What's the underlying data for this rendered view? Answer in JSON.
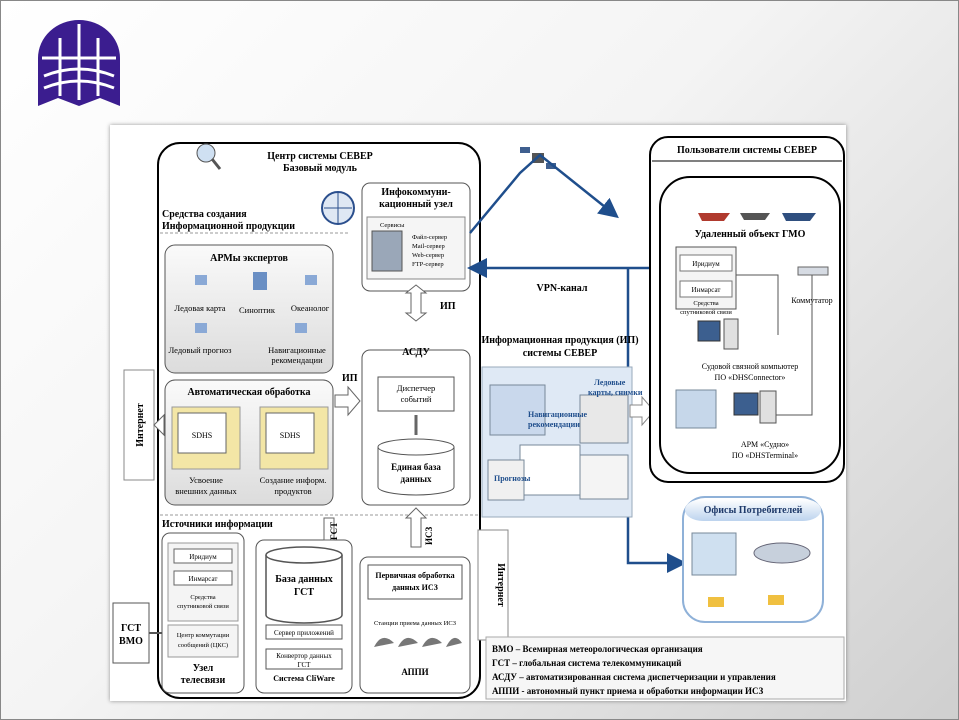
{
  "logo": {
    "name": "ship-globe-logo"
  },
  "center": {
    "title_line1": "Центр системы СЕВЕР",
    "title_line2": "Базовый модуль"
  },
  "tools": {
    "title_line1": "Средства создания",
    "title_line2": "Информационной продукции"
  },
  "arm": {
    "title": "АРМы экспертов",
    "ice_map": "Ледовая карта",
    "synoptic": "Синоптик",
    "oceanologist": "Океанолог",
    "ice_forecast": "Ледовый прогноз",
    "nav_line1": "Навигационные",
    "nav_line2": "рекомендации"
  },
  "auto": {
    "title": "Автоматическая обработка",
    "sdhs1": "SDHS",
    "sdhs2": "SDHS",
    "left_line1": "Усвоение",
    "left_line2": "внешних данных",
    "right_line1": "Создание информ.",
    "right_line2": "продуктов"
  },
  "internet_left": "Интернет",
  "internet_right": "Интернет",
  "info_node": {
    "title_line1": "Инфокоммуни-",
    "title_line2": "кационный узел",
    "services": "Сервисы",
    "file": "Файл-сервер",
    "mail": "Mail-сервер",
    "web": "Web-сервер",
    "ftp": "FTP-сервер"
  },
  "ip_label_top": "ИП",
  "ip_label_mid": "ИП",
  "asdu": {
    "title": "АСДУ",
    "dispatcher_line1": "Диспетчер",
    "dispatcher_line2": "событий",
    "db_line1": "Единая база",
    "db_line2": "данных"
  },
  "vpn": "VPN-канал",
  "product": {
    "title_line1": "Информационная продукция (ИП)",
    "title_line2": "системы СЕВЕР",
    "ice_line1": "Ледовые",
    "ice_line2": "карты, снимки",
    "nav_line1": "Навигационные",
    "nav_line2": "рекомендации",
    "forecasts": "Прогнозы"
  },
  "users": {
    "title": "Пользователи системы СЕВЕР",
    "remote": "Удаленный объект ГМО",
    "iridium": "Иридиум",
    "inmarsat": "Инмарсат",
    "sat_line1": "Средства",
    "sat_line2": "спутниковой связи",
    "switch": "Коммутатор",
    "ship_pc_line1": "Судовой связной компьютер",
    "ship_pc_line2": "ПО «DHSConnector»",
    "arm_ship_line1": "АРМ «Судно»",
    "arm_ship_line2": "ПО «DHSTerminal»"
  },
  "offices": {
    "title": "Офисы Потребителей"
  },
  "sources": {
    "title": "Источники информации",
    "iridium": "Иридиум",
    "inmarsat": "Инмарсат",
    "sat_line1": "Средства",
    "sat_line2": "спутниковой связи",
    "csk_line1": "Центр коммутации",
    "csk_line2": "сообщений (ЦКС)",
    "node_line1": "Узел",
    "node_line2": "телесвязи"
  },
  "gts": {
    "label": "ГСТ",
    "db_line1": "База данных",
    "db_line2": "ГСТ",
    "app_server": "Сервер приложений",
    "conv_line1": "Конвертор данных",
    "conv_line2": "ГСТ",
    "system": "Система CliWare"
  },
  "isz": {
    "label": "ИСЗ",
    "title_line1": "Первичная обработка",
    "title_line2": "данных ИСЗ",
    "station": "Станции приема данных ИСЗ",
    "appi": "АППИ"
  },
  "gst_vmo_line1": "ГСТ",
  "gst_vmo_line2": "ВМО",
  "legend": {
    "l1": "ВМО – Всемирная метеорологическая организация",
    "l2": "ГСТ – глобальная система телекоммуникаций",
    "l3": "АСДУ – автоматизированная система диспетчеризации и управления",
    "l4": "АППИ - автономный пункт приема и обработки информации ИСЗ"
  },
  "colors": {
    "accent": "#1f4e8c",
    "logo": "#3b1d8f",
    "box_fill": "#eeeeee"
  }
}
